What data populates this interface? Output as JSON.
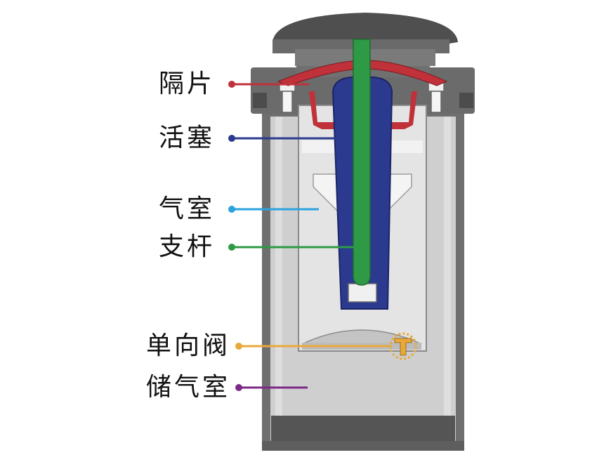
{
  "labels": {
    "diaphragm": "隔片",
    "piston": "活塞",
    "air_chamber": "气室",
    "strut_rod": "支杆",
    "check_valve": "单向阀",
    "storage_chamber": "储气室"
  },
  "colors": {
    "diaphragm": "#c0313a",
    "piston": "#2b3a8f",
    "air_chamber": "#2aa3de",
    "strut_rod": "#2e9a46",
    "check_valve": "#e8a93a",
    "storage_chamber": "#7b2a86",
    "housing": "#6f6f6f",
    "housing_dark": "#4a4a4a",
    "inner_fill": "#d4d4d4",
    "glass": "#e2e2e2"
  }
}
